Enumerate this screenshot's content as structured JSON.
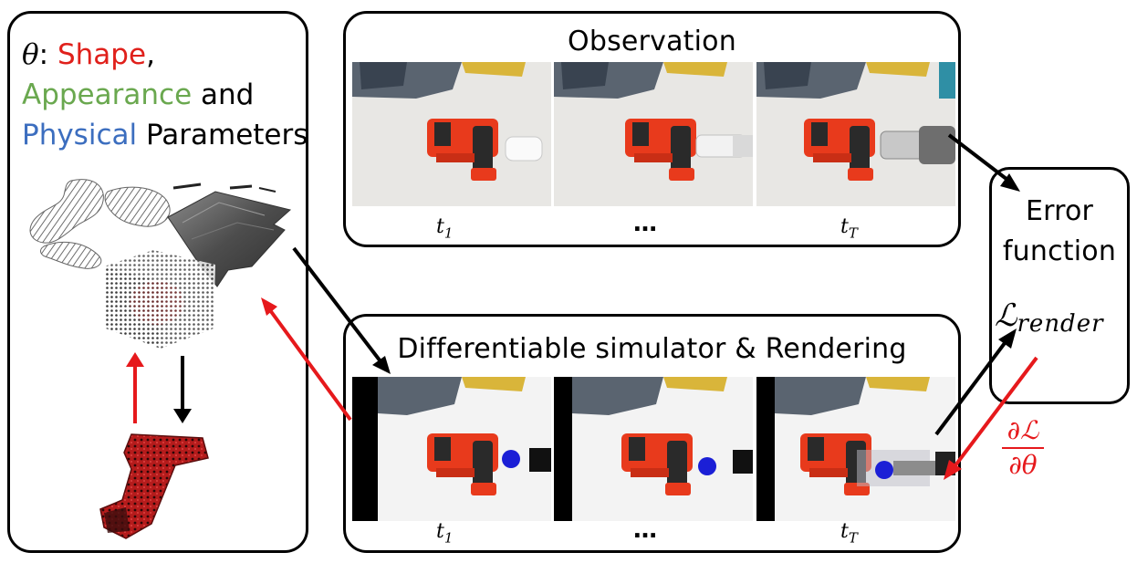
{
  "parameters": {
    "theta_symbol": "θ",
    "colon": ":",
    "shape_label": "Shape",
    "comma": ",",
    "appearance_label": "Appearance",
    "and_word": "and",
    "physical_label": "Physical",
    "parameters_word": "Parameters"
  },
  "observation": {
    "title": "Observation",
    "frame_labels": [
      {
        "base": "t",
        "sub": "1"
      },
      {
        "text": "…"
      },
      {
        "base": "t",
        "sub": "T"
      }
    ]
  },
  "simulator": {
    "title": "Differentiable simulator & Rendering",
    "frame_labels": [
      {
        "base": "t",
        "sub": "1"
      },
      {
        "text": "…"
      },
      {
        "base": "t",
        "sub": "T"
      }
    ]
  },
  "error": {
    "line1": "Error",
    "line2": "function",
    "loss_symbol": "ℒ",
    "loss_subscript": "render"
  },
  "gradient": {
    "numerator": "∂ℒ",
    "denominator": "∂θ"
  },
  "colors": {
    "shape": "#e0201b",
    "appearance": "#6aa84f",
    "physical": "#3c6ebf",
    "forward_arrow": "#000000",
    "backward_arrow": "#e6191c",
    "drill_body": "#e83a1c",
    "sphere": "#1b1fd6"
  },
  "icons": [
    "point-cloud-icon",
    "terrain-mesh-icon",
    "voxel-grid-icon",
    "drill-reconstruction-icon",
    "drill-icon",
    "sphere-icon"
  ]
}
